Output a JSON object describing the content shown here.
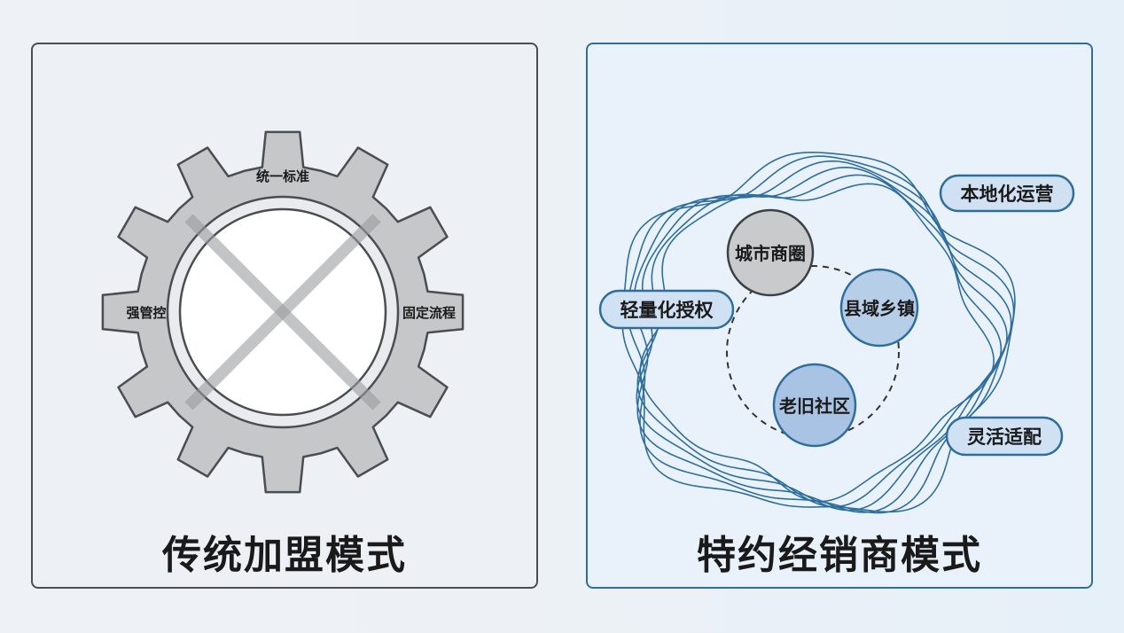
{
  "left_panel": {
    "title": "传统加盟模式",
    "gear_labels": {
      "top": "统一标准",
      "left": "强管控",
      "right": "固定流程"
    }
  },
  "right_panel": {
    "title": "特约经销商模式",
    "circles": {
      "city": "城市商圈",
      "county": "县域乡镇",
      "community": "老旧社区"
    },
    "tags": {
      "local": "本地化运营",
      "light": "轻量化授权",
      "flex": "灵活适配"
    }
  },
  "colors": {
    "gear_fill": "#c6c7c9",
    "gear_stroke": "#4a4d52",
    "accent_blue": "#2f6e9c",
    "circle_blue": "#b4cbe6",
    "circle_gray": "#c9cacc",
    "tag_fill": "#cfe1f3"
  }
}
